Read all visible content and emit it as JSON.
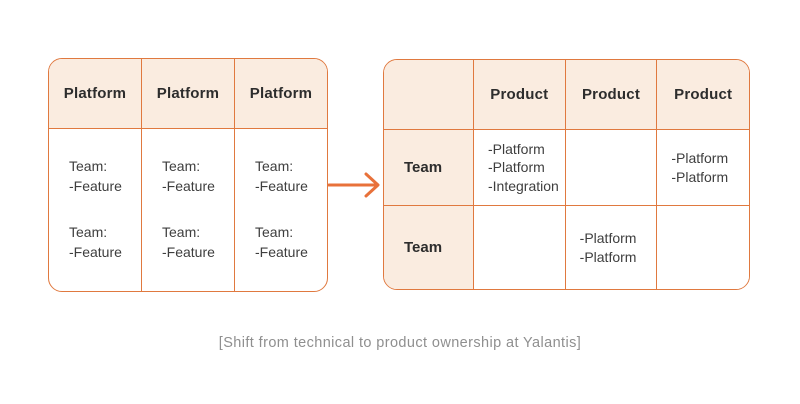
{
  "colors": {
    "border": "#E0793F",
    "arrow": "#E8713A",
    "header_bg": "#FAECE0",
    "header_text": "#2D2D2D",
    "body_text": "#3E3E3E",
    "caption_text": "#8F8F8F",
    "background": "#FFFFFF"
  },
  "left_table": {
    "columns": [
      {
        "header": "Platform",
        "teams": [
          {
            "lines": {
              "0": "Team:",
              "1": "-Feature"
            }
          },
          {
            "lines": {
              "0": "Team:",
              "1": "-Feature"
            }
          }
        ]
      },
      {
        "header": "Platform",
        "teams": [
          {
            "lines": {
              "0": "Team:",
              "1": "-Feature"
            }
          },
          {
            "lines": {
              "0": "Team:",
              "1": "-Feature"
            }
          }
        ]
      },
      {
        "header": "Platform",
        "teams": [
          {
            "lines": {
              "0": "Team:",
              "1": "-Feature"
            }
          },
          {
            "lines": {
              "0": "Team:",
              "1": "-Feature"
            }
          }
        ]
      }
    ]
  },
  "right_table": {
    "corner_header": "",
    "column_headers": [
      "Product",
      "Product",
      "Product"
    ],
    "rows": [
      {
        "header": "Team",
        "cells": [
          {
            "lines": {
              "0": "-Platform",
              "1": "-Platform",
              "2": "-Integration"
            }
          },
          {
            "lines": {}
          },
          {
            "lines": {
              "0": "-Platform",
              "1": "-Platform"
            }
          }
        ]
      },
      {
        "header": "Team",
        "cells": [
          {
            "lines": {}
          },
          {
            "lines": {
              "0": "-Platform",
              "1": "-Platform"
            }
          },
          {
            "lines": {}
          }
        ]
      }
    ]
  },
  "caption": {
    "text": "[Shift from technical to product ownership at Yalantis]"
  }
}
